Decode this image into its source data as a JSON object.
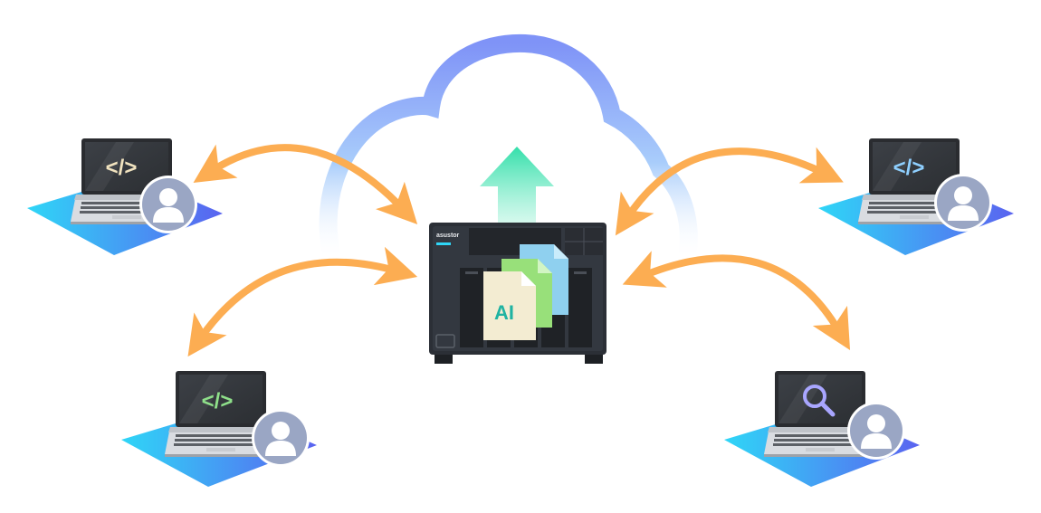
{
  "nas": {
    "brand": "asustor",
    "file_label": "AI"
  },
  "laptops": [
    {
      "id": "top-left",
      "screen": "code",
      "glyph": "</>",
      "glyph_color": "#f1e3bf"
    },
    {
      "id": "top-right",
      "screen": "code",
      "glyph": "</>",
      "glyph_color": "#8fd0ff"
    },
    {
      "id": "bottom-left",
      "screen": "code",
      "glyph": "</>",
      "glyph_color": "#8fe08a"
    },
    {
      "id": "bottom-right",
      "screen": "search",
      "glyph": "",
      "glyph_color": "#a9a6ff"
    }
  ],
  "colors": {
    "arrow": "#fcad52",
    "pad_start": "#2fd6f7",
    "pad_end": "#5a63f0",
    "cloud_start": "#7f93f7",
    "cloud_end": "#bfe6ff",
    "upload_arrow_top": "#37e0ad",
    "upload_arrow_bottom": "#d9fbf0",
    "user_icon": "#9aa6c4",
    "nas_body": "#2b2f36"
  }
}
